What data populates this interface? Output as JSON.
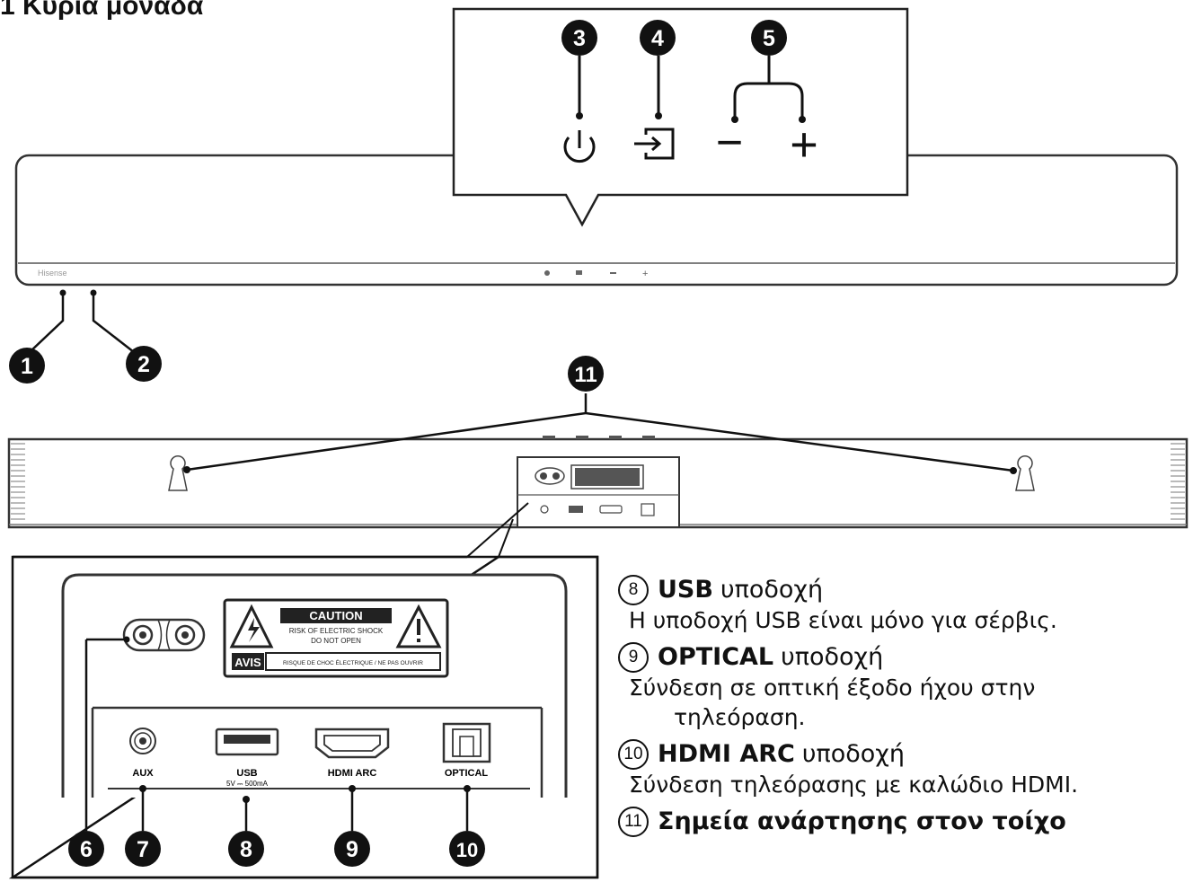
{
  "title": "1 Κύρια μονάδα",
  "front_unit": {
    "brand": "Hisense"
  },
  "top_panel": {
    "callouts": [
      "3",
      "4",
      "5"
    ],
    "symbols": {
      "minus": "−",
      "plus": "+"
    }
  },
  "callouts": [
    "1",
    "2",
    "6",
    "7",
    "8",
    "9",
    "10",
    "11"
  ],
  "rear_panel": {
    "caution_title": "CAUTION",
    "caution_line1": "RISK OF ELECTRIC SHOCK",
    "caution_line2": "DO NOT OPEN",
    "avis_label": "AVIS",
    "avis_text": "RISQUE DE CHOC ÉLECTRIQUE / NE PAS OUVRIR",
    "ports": [
      {
        "label": "AUX",
        "sub": ""
      },
      {
        "label": "USB",
        "sub": "5V ⎓ 500mA"
      },
      {
        "label": "HDMI ARC",
        "sub": ""
      },
      {
        "label": "OPTICAL",
        "sub": ""
      }
    ]
  },
  "descriptions": [
    {
      "num": "8",
      "name": "USB",
      "suffix": "υποδοχή",
      "lines": [
        "Η υποδοχή USB είναι μόνο για σέρβις."
      ]
    },
    {
      "num": "9",
      "name": "OPTICAL",
      "suffix": "υποδοχή",
      "lines": [
        "Σύνδεση σε οπτική έξοδο ήχου στην",
        "τηλεόραση."
      ]
    },
    {
      "num": "10",
      "name": "HDMI ARC",
      "suffix": "υποδοχή",
      "lines": [
        "Σύνδεση τηλεόρασης με καλώδιο HDMI."
      ]
    },
    {
      "num": "11",
      "name": "Σημεία ανάρτησης στον τοίχο",
      "suffix": "",
      "lines": []
    }
  ]
}
